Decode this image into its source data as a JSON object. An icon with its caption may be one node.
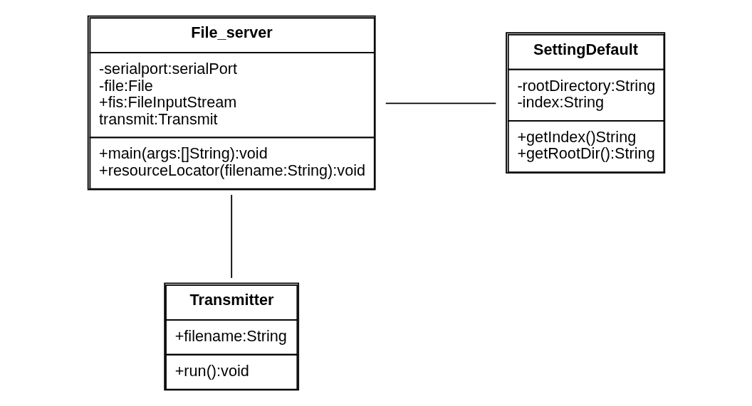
{
  "diagram": {
    "nodes": [
      {
        "text": [
          "File_server",
          "-serialport:serialPort",
          "-file:File",
          "+fis:FileInputStream",
          "transmit:Transmit",
          "+main(args:[]String):void",
          "+resourceLocator(filename:String):void"
        ]
      },
      {
        "text": [
          "SettingDefault",
          "-rootDirectory:String",
          "-index:String",
          "+getIndex()String",
          "+getRootDir():String"
        ]
      },
      {
        "text": [
          "Transmitter",
          "+filename:String",
          "+run():void"
        ]
      }
    ],
    "edges": [
      {
        "from": 0,
        "to": 1,
        "arrow": "none"
      },
      {
        "from": 0,
        "to": 2,
        "arrow": "none"
      }
    ]
  }
}
